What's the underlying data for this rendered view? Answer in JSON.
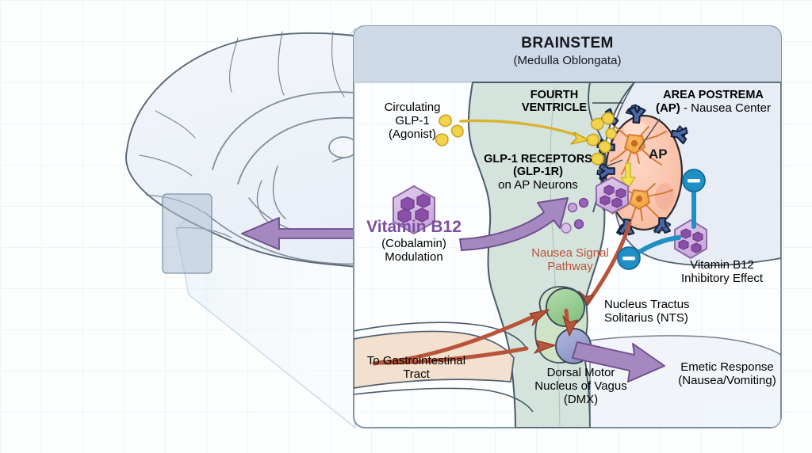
{
  "figure": {
    "type": "medical-diagram",
    "subject": "GLP-1 receptor agonist nausea pathway in the area postrema and Vitamin B12 modulation"
  },
  "panel": {
    "header": {
      "title": "BRAINSTEM",
      "subtitle": "(Medulla Oblongata)"
    }
  },
  "labels": {
    "circulating_glp1": {
      "line1": "Circulating",
      "line2": "GLP-1",
      "line3": "(Agonist)"
    },
    "fourth_ventricle": {
      "line1": "FOURTH",
      "line2": "VENTRICLE"
    },
    "area_postrema": {
      "line1": "AREA POSTREMA",
      "line2_bold": "(AP)",
      "line2_rest": " - Nausea Center"
    },
    "ap_tag": "AP",
    "glp1_receptors": {
      "line1": "GLP-1 RECEPTORS",
      "line2": "(GLP-1R)",
      "line3": "on AP Neurons"
    },
    "vitamin_b12": {
      "title": "Vitamin B12",
      "line2": "(Cobalamin)",
      "line3": "Modulation"
    },
    "nausea_signal": {
      "line1": "Nausea Signal",
      "line2": "Pathway"
    },
    "b12_inhibitory": {
      "line1": "Vitamin B12",
      "line2": "Inhibitory Effect"
    },
    "nts": {
      "line1": "Nucleus Tractus",
      "line2": "Solitarius (NTS)"
    },
    "dmx": {
      "line1": "Dorsal Motor",
      "line2": "Nucleus of Vagus",
      "line3": "(DMX)"
    },
    "gi_tract": {
      "line1": "To Gastrointestinal",
      "line2": "Tract"
    },
    "emetic": {
      "line1": "Emetic Response",
      "line2": "(Nausea/Vomiting)"
    }
  },
  "icons": {
    "glp1_molecule": "glp1-molecule-icon",
    "b12_hexagon": "b12-hexagon-icon",
    "receptor": "glp1-receptor-icon",
    "inhibition": "inhibition-symbol-icon",
    "neuron": "ap-neuron-icon"
  },
  "colors": {
    "panel_border": "#7f93ab",
    "panel_bg": "#fbfdfe",
    "header_bg": "#ced9e8",
    "brainstem_fill": "#d5e3dd",
    "brainstem_stroke": "#4a5a6b",
    "ap_fill": "#f9c4ae",
    "ap_stroke": "#2b2b2b",
    "neuron_fill": "#f2a33f",
    "glp1_yellow": "#f2d34a",
    "glp1_yellow_stroke": "#c8a31e",
    "receptor_blue": "#4a6aa8",
    "inhibition_blue": "#1f8fc4",
    "purple_arrow": "#a688c0",
    "purple_arrow_stroke": "#6e4f8c",
    "b12_hex_fill": "#d8bfe4",
    "b12_hex_inner": "#8a4fa8",
    "nausea_arrow": "#b8543a",
    "nts_green": "#9fcc9a",
    "dmx_blue": "#9aa3cf",
    "gi_tan": "#f3dfcd",
    "brain_fill": "#eef2f8",
    "brain_stroke": "#5a6876",
    "grid_line": "#e3ecf2",
    "b12_title_text": "#7b4f9e"
  }
}
